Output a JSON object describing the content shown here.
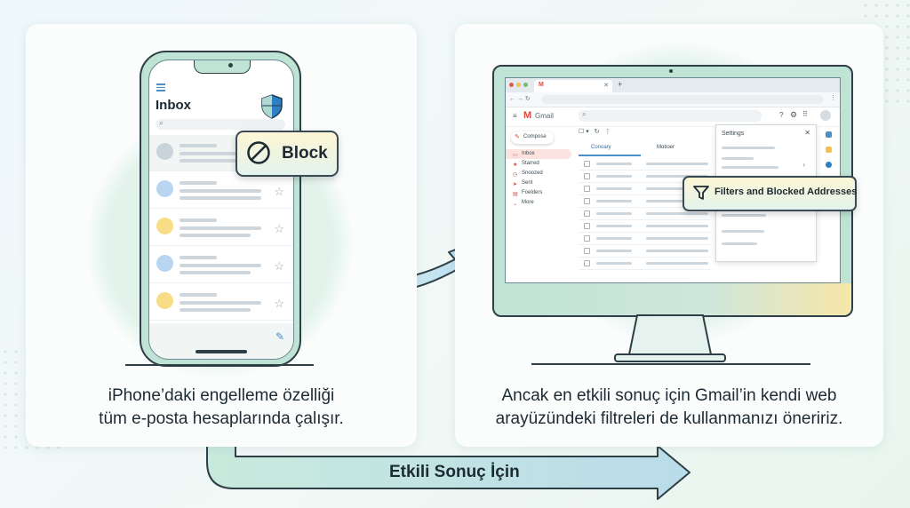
{
  "left_panel": {
    "caption_line1": "iPhone’daki engelleme özelliği",
    "caption_line2": "tüm e-posta hesaplarında çalışır.",
    "phone": {
      "inbox_title": "Inbox",
      "block_label": "Block"
    }
  },
  "right_panel": {
    "caption_line1": "Ancak en etkili sonuç için Gmail’in kendi web",
    "caption_line2": "arayüzündeki filtreleri de kullanmanızı öneririz.",
    "gmail": {
      "logo_text": "Gmail",
      "compose": "Compose",
      "sidebar": [
        "Inbox",
        "Starred",
        "Snoozed",
        "Sent",
        "Foelders",
        "More"
      ],
      "tabs": [
        "Conoary",
        "Motioer"
      ],
      "settings_title": "Settings",
      "filters_label": "Filters and Blocked Addresses"
    }
  },
  "bottom_label": "Etkili Sonuç İçin",
  "colors": {
    "accent_green": "#bfe3d4",
    "accent_yellow": "#fdf6d5",
    "outline": "#2f3f47",
    "shield_blue": "#2f7fc4"
  },
  "icons": [
    "hamburger-icon",
    "shield-icon",
    "search-icon",
    "block-icon",
    "star-icon",
    "compose-icon",
    "gmail-logo-icon",
    "filter-icon",
    "close-icon"
  ]
}
